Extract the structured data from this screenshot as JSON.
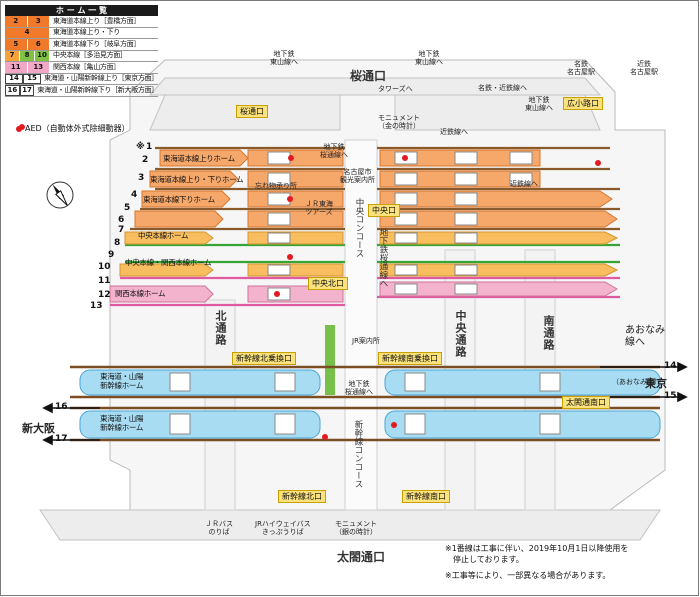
{
  "legend": {
    "title": "ホ ー ム 一 覧",
    "rows": [
      {
        "nums": [
          "2",
          "3"
        ],
        "colors": [
          "#f07a2a",
          "#f07a2a"
        ],
        "label": "東海道本線上り［豊橋方面］"
      },
      {
        "nums": [
          "4"
        ],
        "colors": [
          "#f07a2a"
        ],
        "label": "東海道本線上り・下り"
      },
      {
        "nums": [
          "5",
          "6"
        ],
        "colors": [
          "#f07a2a",
          "#f07a2a"
        ],
        "label": "東海道本線下り［岐阜方面］"
      },
      {
        "nums": [
          "7",
          "8",
          "10"
        ],
        "colors": [
          "#f7a23b",
          "#7fc243",
          "#7fc243"
        ],
        "label": "中央本線［多治見方面］"
      },
      {
        "nums": [
          "11",
          "13"
        ],
        "colors": [
          "#f3a7c7",
          "#f3a7c7"
        ],
        "label": "関西本線［亀山方面］"
      },
      {
        "nums": [
          "14",
          "15"
        ],
        "colors": [
          "#ffffff",
          "#ffffff"
        ],
        "label": "東海道・山陽新幹線上り［東京方面］"
      },
      {
        "nums": [
          "16",
          "17"
        ],
        "colors": [
          "#ffffff",
          "#ffffff"
        ],
        "label": "東海道・山陽新幹線下り［新大阪方面］"
      }
    ],
    "aed": "AED（自動体外式除細動器）"
  },
  "labels": {
    "chikatetsu_higashiyama_1": "地下鉄\n東山線へ",
    "chikatetsu_higashiyama_2": "地下鉄\n東山線へ",
    "sakuradori_kuchi_top": "桜通口",
    "towers": "タワーズへ",
    "meitetsu": "名鉄\n名古屋駅",
    "kintetsu_nagoya": "近鉄\n名古屋駅",
    "meitetsu_kintetsu": "名鉄・近鉄線へ",
    "chikatetsu_higashiyama_3": "地下鉄\n東山線へ",
    "monument_top": "モニュメント\n（金の時計）",
    "kintetsu_sen": "近鉄線へ",
    "kintetsu_e": "近鉄線へ",
    "chikatetsu_sakuradori": "地下鉄\n桜通線へ",
    "nagoya_city": "名古屋市\n観光案内所",
    "wasuremono": "忘れ物承り所",
    "jr_tokai_tours": "ＪＲ東海\nツアーズ",
    "central_concourse": "中央コンコース",
    "chikatetsu_sakuradori_2": "地下鉄桜通線へ",
    "kita_dori": "北通路",
    "chuo_dori": "中央通路",
    "minami_dori": "南通路",
    "aonami": "あおなみ\n線へ",
    "tokyo": "東京",
    "shin_osaka": "新大阪",
    "jr_annaisho": "JR案内所",
    "chikatetsu_sakuradori_3": "地下鉄\n桜通線へ",
    "shinkansen_concourse": "新幹線コンコース",
    "aonami_sen": "（あおなみ線）",
    "jr_bus": "ＪＲバス\nのりば",
    "highway_bus": "JRハイウェイバス\nきっぷうりば",
    "monument_bottom": "モニュメント\n（銀の時計）",
    "taikodori_kuchi_bottom": "太閤通口",
    "note1": "※1番線は工事に伴い、2019年10月1日以降使用を\n　停止しております。",
    "note2": "※工事等により、一部異なる場合があります。"
  },
  "gates": {
    "sakuradori": "桜通口",
    "hirokoji": "広小路口",
    "chuo": "中央口",
    "chuo_kita": "中央北口",
    "shinkansen_kita_norikae": "新幹線北乗換口",
    "shinkansen_minami_norikae": "新幹線南乗換口",
    "taikodori_minami": "太閤通南口",
    "shinkansen_kita": "新幹線北口",
    "shinkansen_minami": "新幹線南口"
  },
  "platforms": {
    "p2": "東海道本線上りホーム",
    "p3": "東海道本線上り・下りホーム",
    "p4": "東海道本線下りホーム",
    "p5": "中央本線ホーム",
    "p6": "中央本線・関西本線ホーム",
    "p7": "関西本線ホーム",
    "shin_up": "東海道・山陽\n新幹線ホーム",
    "shin_down": "東海道・山陽\n新幹線ホーム"
  },
  "track_numbers": {
    "t1": "1",
    "t2": "2",
    "t3": "3",
    "t4": "4",
    "t5": "5",
    "t6": "6",
    "t7": "7",
    "t8": "8",
    "t9": "9",
    "t10": "10",
    "t11": "11",
    "t12": "12",
    "t13": "13",
    "t14": "14",
    "t15": "15",
    "t16": "16",
    "t17": "17",
    "asterisk": "※"
  }
}
